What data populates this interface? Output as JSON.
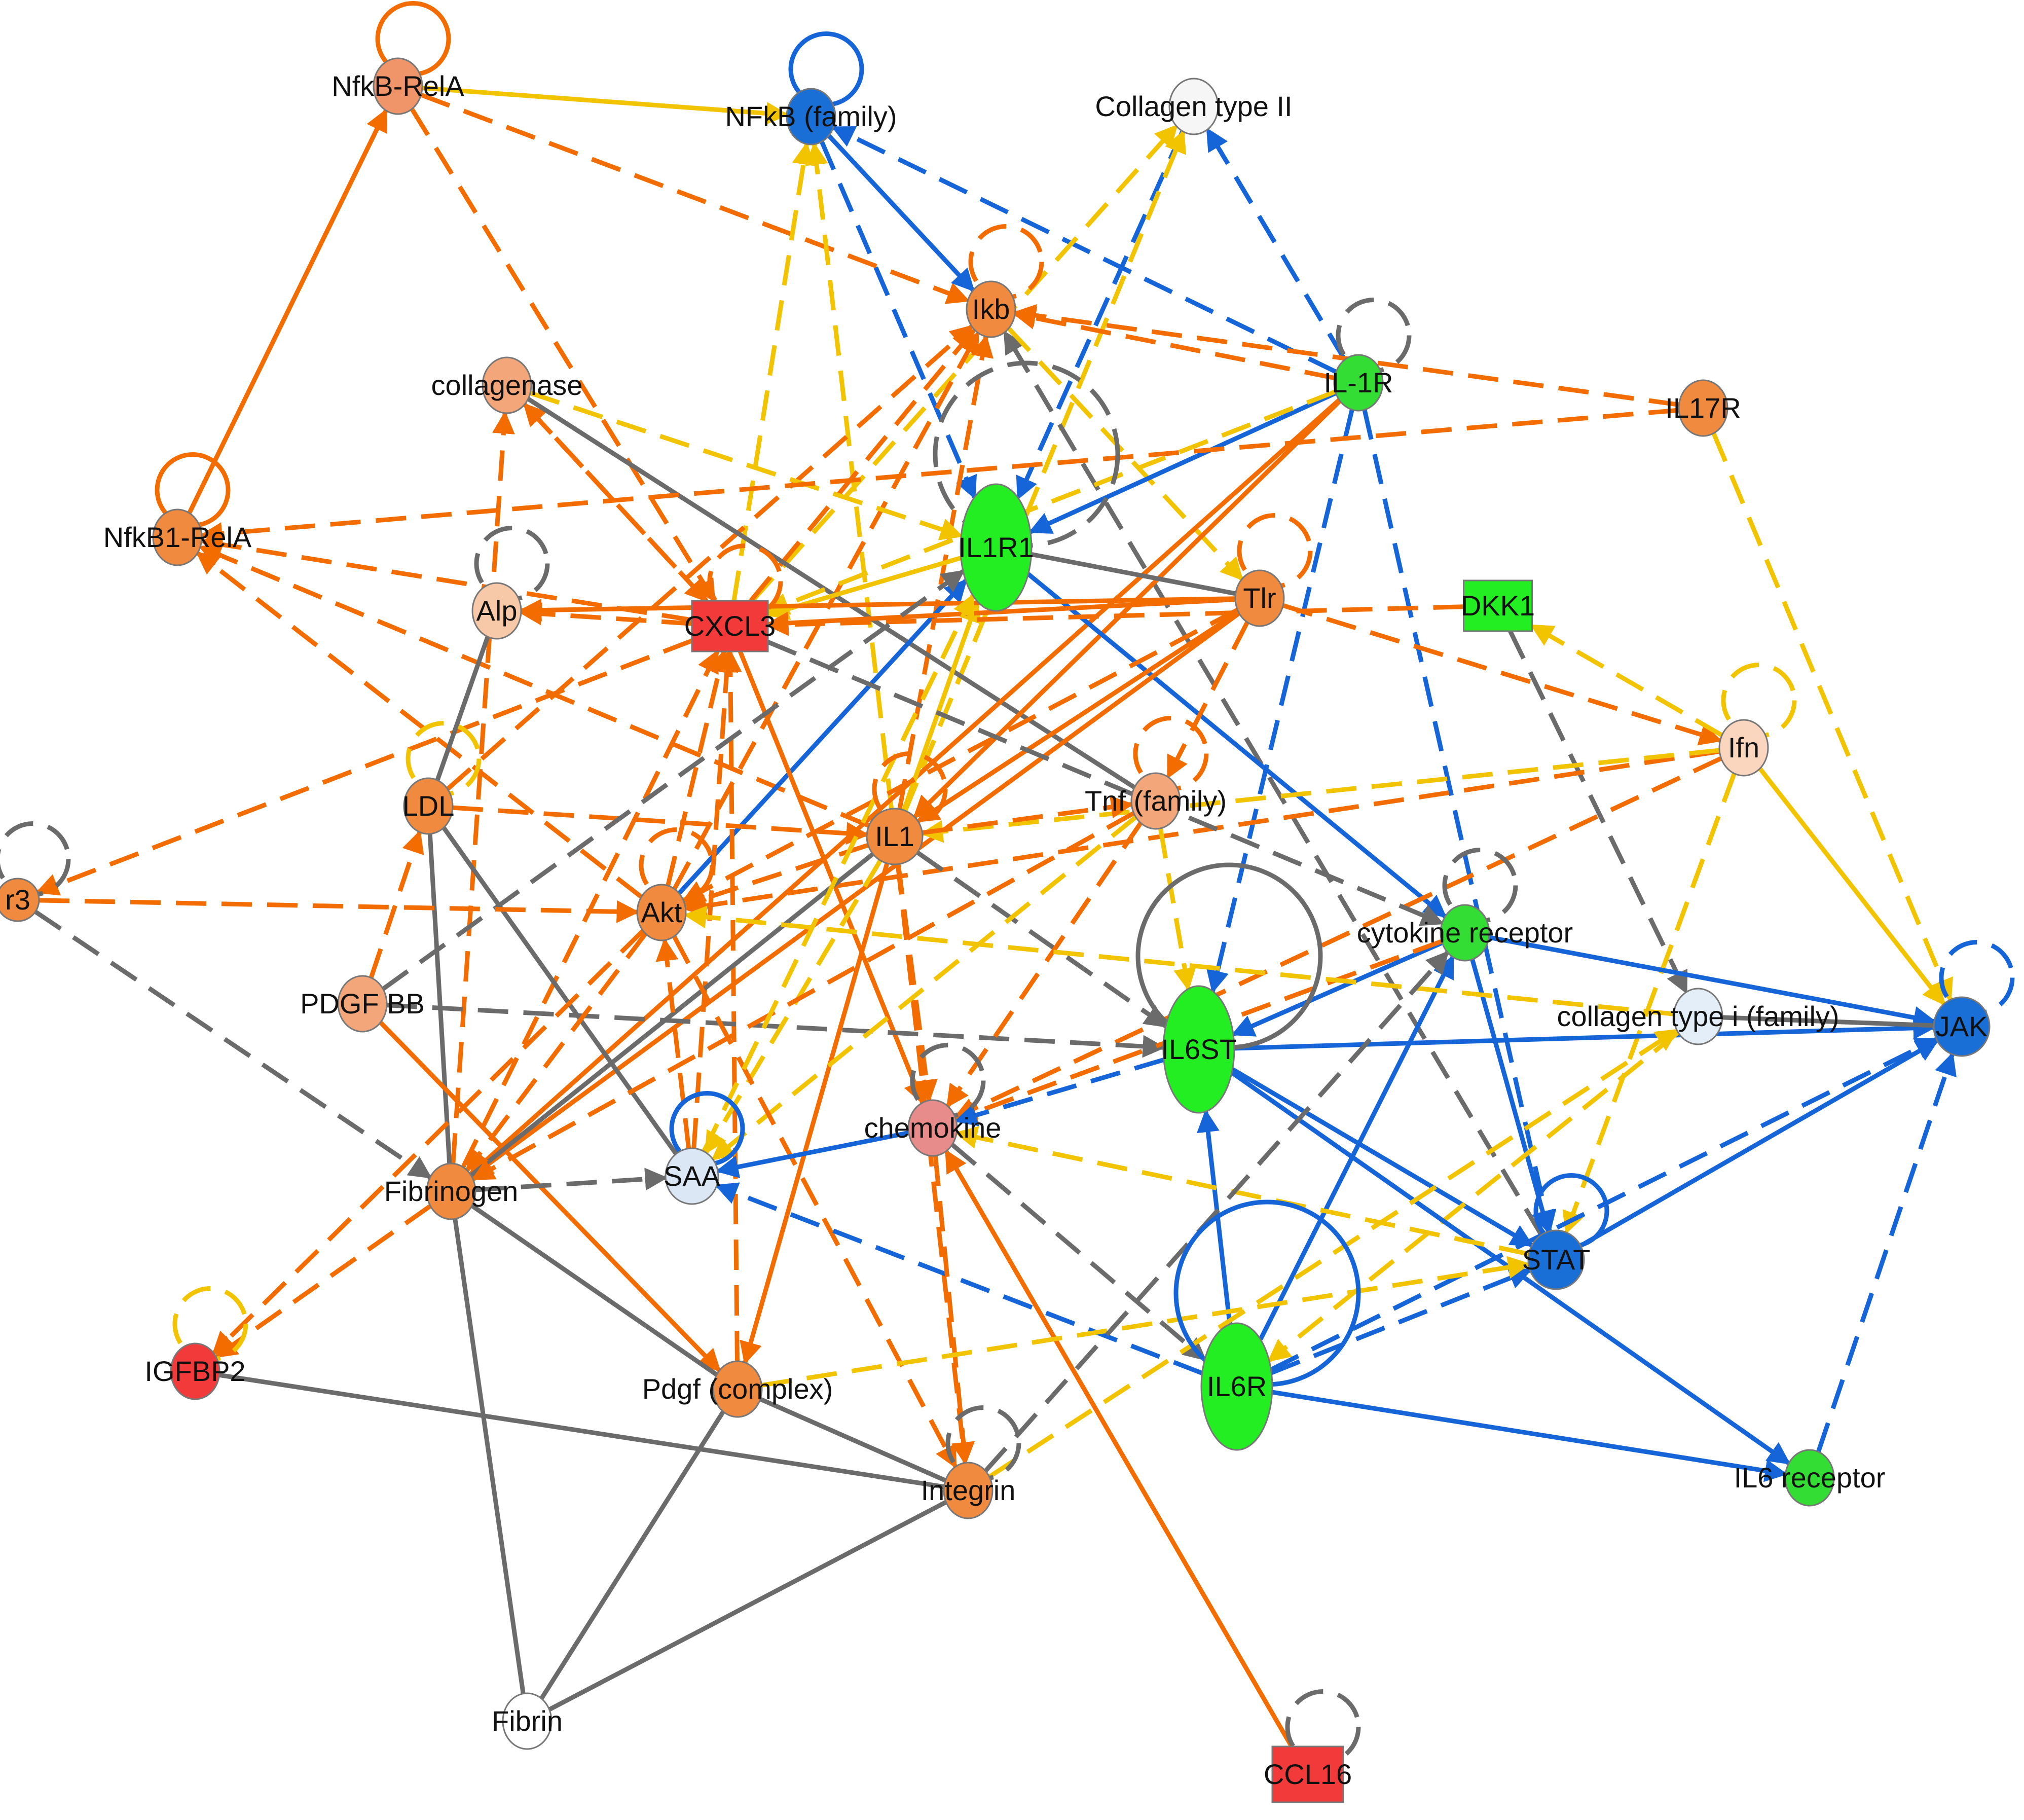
{
  "network": {
    "legend_colors": {
      "orange": "#f26c00",
      "yellow": "#f2c400",
      "blue": "#1565d8",
      "gray": "#6b6b6b"
    },
    "nodes": [
      {
        "id": "nfkb-rela",
        "label": "NfkB-RelA",
        "shape": "ellipse",
        "fill": "#f0956a"
      },
      {
        "id": "nfkb-family",
        "label": "NFkB (family)",
        "shape": "ellipse",
        "fill": "#1a6fd6"
      },
      {
        "id": "collagen-ii",
        "label": "Collagen type II",
        "shape": "ellipse",
        "fill": "#f6f6f6"
      },
      {
        "id": "ikb",
        "label": "Ikb",
        "shape": "ellipse",
        "fill": "#ef8a3f"
      },
      {
        "id": "collagenase",
        "label": "collagenase",
        "shape": "ellipse",
        "fill": "#f3a679"
      },
      {
        "id": "il-1r",
        "label": "IL-1R",
        "shape": "ellipse",
        "fill": "#33dd33"
      },
      {
        "id": "il17r",
        "label": "IL17R",
        "shape": "ellipse",
        "fill": "#ef8a3f"
      },
      {
        "id": "nfkb1-rela",
        "label": "NfkB1-RelA",
        "shape": "ellipse",
        "fill": "#ef8a3f"
      },
      {
        "id": "il1r1",
        "label": "IL1R1",
        "shape": "ellipse",
        "fill": "#22ee22"
      },
      {
        "id": "alp",
        "label": "Alp",
        "shape": "ellipse",
        "fill": "#f8c9a8"
      },
      {
        "id": "cxcl3",
        "label": "CXCL3",
        "shape": "square",
        "fill": "#f23a3a"
      },
      {
        "id": "tlr",
        "label": "Tlr",
        "shape": "ellipse",
        "fill": "#ef8a3f"
      },
      {
        "id": "dkk1",
        "label": "DKK1",
        "shape": "square",
        "fill": "#22ee22"
      },
      {
        "id": "ifn",
        "label": "Ifn",
        "shape": "ellipse",
        "fill": "#fbd6bf"
      },
      {
        "id": "ldl",
        "label": "LDL",
        "shape": "ellipse",
        "fill": "#ef8a3f"
      },
      {
        "id": "tnf-family",
        "label": "Tnf (family)",
        "shape": "ellipse",
        "fill": "#f3a679"
      },
      {
        "id": "il1",
        "label": "IL1",
        "shape": "ellipse",
        "fill": "#ef8a3f"
      },
      {
        "id": "r3",
        "label": "r3",
        "shape": "ellipse",
        "fill": "#ef8a3f"
      },
      {
        "id": "akt",
        "label": "Akt",
        "shape": "ellipse",
        "fill": "#ef8a3f"
      },
      {
        "id": "cytokine-receptor",
        "label": "cytokine receptor",
        "shape": "ellipse",
        "fill": "#33dd33"
      },
      {
        "id": "pdgf-bb",
        "label": "PDGF BB",
        "shape": "ellipse",
        "fill": "#f3a679"
      },
      {
        "id": "collagen-i",
        "label": "collagen type i (family)",
        "shape": "ellipse",
        "fill": "#e4eef8"
      },
      {
        "id": "jak",
        "label": "JAK",
        "shape": "ellipse",
        "fill": "#1a6fd6"
      },
      {
        "id": "il6st",
        "label": "IL6ST",
        "shape": "ellipse",
        "fill": "#22ee22"
      },
      {
        "id": "chemokine",
        "label": "chemokine",
        "shape": "ellipse",
        "fill": "#e88b8b"
      },
      {
        "id": "saa",
        "label": "SAA",
        "shape": "ellipse",
        "fill": "#dbe7f5"
      },
      {
        "id": "fibrinogen",
        "label": "Fibrinogen",
        "shape": "ellipse",
        "fill": "#ef8a3f"
      },
      {
        "id": "stat",
        "label": "STAT",
        "shape": "ellipse",
        "fill": "#1a6fd6"
      },
      {
        "id": "igfbp2",
        "label": "IGFBP2",
        "shape": "ellipse",
        "fill": "#f23a3a"
      },
      {
        "id": "pdgf-complex",
        "label": "Pdgf (complex)",
        "shape": "ellipse",
        "fill": "#ef8a3f"
      },
      {
        "id": "il6r",
        "label": "IL6R",
        "shape": "ellipse",
        "fill": "#22ee22"
      },
      {
        "id": "integrin",
        "label": "Integrin",
        "shape": "ellipse",
        "fill": "#ef8a3f"
      },
      {
        "id": "il6-receptor",
        "label": "IL6 receptor",
        "shape": "ellipse",
        "fill": "#33dd33"
      },
      {
        "id": "fibrin",
        "label": "Fibrin",
        "shape": "ellipse",
        "fill": "#ffffff"
      },
      {
        "id": "ccl16",
        "label": "CCL16",
        "shape": "square",
        "fill": "#f23a3a"
      }
    ],
    "edges": [
      {
        "from": "nfkb1-rela",
        "to": "nfkb-rela",
        "color": "orange",
        "style": "solid"
      },
      {
        "from": "nfkb-rela",
        "to": "nfkb-family",
        "color": "yellow",
        "style": "solid"
      },
      {
        "from": "nfkb-rela",
        "to": "ikb",
        "color": "orange",
        "style": "dashed"
      },
      {
        "from": "nfkb-rela",
        "to": "cxcl3",
        "color": "orange",
        "style": "dashed"
      },
      {
        "from": "nfkb-family",
        "to": "ikb",
        "color": "blue",
        "style": "solid"
      },
      {
        "from": "nfkb-family",
        "to": "il1r1",
        "color": "blue",
        "style": "dashed"
      },
      {
        "from": "il-1r",
        "to": "nfkb-family",
        "color": "blue",
        "style": "dashed"
      },
      {
        "from": "cxcl3",
        "to": "nfkb-family",
        "color": "yellow",
        "style": "dashed"
      },
      {
        "from": "il1",
        "to": "nfkb-family",
        "color": "yellow",
        "style": "dashed"
      },
      {
        "from": "collagen-ii",
        "to": "il1r1",
        "color": "blue",
        "style": "dashed"
      },
      {
        "from": "il-1r",
        "to": "collagen-ii",
        "color": "blue",
        "style": "dashed"
      },
      {
        "from": "cxcl3",
        "to": "collagen-ii",
        "color": "yellow",
        "style": "dashed"
      },
      {
        "from": "il1",
        "to": "collagen-ii",
        "color": "yellow",
        "style": "dashed"
      },
      {
        "from": "il17r",
        "to": "ikb",
        "color": "orange",
        "style": "dashed"
      },
      {
        "from": "il-1r",
        "to": "ikb",
        "color": "orange",
        "style": "dashed"
      },
      {
        "from": "cxcl3",
        "to": "ikb",
        "color": "orange",
        "style": "dashed"
      },
      {
        "from": "akt",
        "to": "ikb",
        "color": "orange",
        "style": "dashed"
      },
      {
        "from": "il1",
        "to": "ikb",
        "color": "orange",
        "style": "dashed"
      },
      {
        "from": "ldl",
        "to": "ikb",
        "color": "orange",
        "style": "dashed"
      },
      {
        "from": "stat",
        "to": "ikb",
        "color": "gray",
        "style": "dashed"
      },
      {
        "from": "ikb",
        "to": "tlr",
        "color": "yellow",
        "style": "dashed"
      },
      {
        "from": "cxcl3",
        "to": "collagenase",
        "color": "orange",
        "style": "dashed"
      },
      {
        "from": "collagenase",
        "to": "cxcl3",
        "color": "orange",
        "style": "dashed"
      },
      {
        "from": "collagenase",
        "to": "il1r1",
        "color": "yellow",
        "style": "dashed"
      },
      {
        "from": "collagenase",
        "to": "tnf-family",
        "color": "gray",
        "style": "solid"
      },
      {
        "from": "fibrinogen",
        "to": "collagenase",
        "color": "orange",
        "style": "dashed"
      },
      {
        "from": "il-1r",
        "to": "il1r1",
        "color": "blue",
        "style": "solid"
      },
      {
        "from": "il-1r",
        "to": "il6st",
        "color": "blue",
        "style": "dashed"
      },
      {
        "from": "il-1r",
        "to": "cxcl3",
        "color": "yellow",
        "style": "dashed"
      },
      {
        "from": "il-1r",
        "to": "il1",
        "color": "orange",
        "style": "solid"
      },
      {
        "from": "il-1r",
        "to": "fibrinogen",
        "color": "orange",
        "style": "solid"
      },
      {
        "from": "il-1r",
        "to": "stat",
        "color": "blue",
        "style": "dashed"
      },
      {
        "from": "il17r",
        "to": "nfkb1-rela",
        "color": "orange",
        "style": "dashed"
      },
      {
        "from": "il17r",
        "to": "jak",
        "color": "yellow",
        "style": "dashed"
      },
      {
        "from": "cxcl3",
        "to": "nfkb1-rela",
        "color": "orange",
        "style": "dashed"
      },
      {
        "from": "il1",
        "to": "nfkb1-rela",
        "color": "orange",
        "style": "dashed"
      },
      {
        "from": "akt",
        "to": "nfkb1-rela",
        "color": "orange",
        "style": "dashed"
      },
      {
        "from": "il1r1",
        "to": "cxcl3",
        "color": "yellow",
        "style": "solid"
      },
      {
        "from": "il1r1",
        "to": "tlr",
        "color": "gray",
        "style": "solid"
      },
      {
        "from": "il1r1",
        "to": "cytokine-receptor",
        "color": "blue",
        "style": "solid"
      },
      {
        "from": "akt",
        "to": "il1r1",
        "color": "blue",
        "style": "solid"
      },
      {
        "from": "il1",
        "to": "il1r1",
        "color": "yellow",
        "style": "solid"
      },
      {
        "from": "tlr",
        "to": "cxcl3",
        "color": "orange",
        "style": "solid"
      },
      {
        "from": "tlr",
        "to": "alp",
        "color": "orange",
        "style": "solid"
      },
      {
        "from": "tlr",
        "to": "il1",
        "color": "orange",
        "style": "solid"
      },
      {
        "from": "tlr",
        "to": "fibrinogen",
        "color": "orange",
        "style": "solid"
      },
      {
        "from": "tlr",
        "to": "akt",
        "color": "orange",
        "style": "dashed"
      },
      {
        "from": "tlr",
        "to": "ifn",
        "color": "orange",
        "style": "dashed"
      },
      {
        "from": "tlr",
        "to": "tnf-family",
        "color": "orange",
        "style": "dashed"
      },
      {
        "from": "dkk1",
        "to": "cxcl3",
        "color": "orange",
        "style": "dashed"
      },
      {
        "from": "dkk1",
        "to": "collagen-i",
        "color": "gray",
        "style": "dashed"
      },
      {
        "from": "ifn",
        "to": "dkk1",
        "color": "yellow",
        "style": "dashed"
      },
      {
        "from": "ifn",
        "to": "akt",
        "color": "orange",
        "style": "dashed"
      },
      {
        "from": "ifn",
        "to": "jak",
        "color": "yellow",
        "style": "solid"
      },
      {
        "from": "ifn",
        "to": "stat",
        "color": "yellow",
        "style": "dashed"
      },
      {
        "from": "ifn",
        "to": "il1",
        "color": "yellow",
        "style": "dashed"
      },
      {
        "from": "ifn",
        "to": "chemokine",
        "color": "orange",
        "style": "dashed"
      },
      {
        "from": "cxcl3",
        "to": "r3",
        "color": "orange",
        "style": "dashed"
      },
      {
        "from": "cxcl3",
        "to": "alp",
        "color": "orange",
        "style": "dashed"
      },
      {
        "from": "cxcl3",
        "to": "chemokine",
        "color": "orange",
        "style": "solid"
      },
      {
        "from": "cxcl3",
        "to": "cytokine-receptor",
        "color": "gray",
        "style": "dashed"
      },
      {
        "from": "saa",
        "to": "cxcl3",
        "color": "orange",
        "style": "dashed"
      },
      {
        "from": "pdgf-complex",
        "to": "cxcl3",
        "color": "orange",
        "style": "dashed"
      },
      {
        "from": "fibrinogen",
        "to": "cxcl3",
        "color": "orange",
        "style": "dashed"
      },
      {
        "from": "akt",
        "to": "cxcl3",
        "color": "orange",
        "style": "dashed"
      },
      {
        "from": "ldl",
        "to": "alp",
        "color": "gray",
        "style": "solid"
      },
      {
        "from": "ldl",
        "to": "fibrinogen",
        "color": "gray",
        "style": "solid"
      },
      {
        "from": "ldl",
        "to": "il1",
        "color": "orange",
        "style": "dashed"
      },
      {
        "from": "ldl",
        "to": "saa",
        "color": "gray",
        "style": "solid"
      },
      {
        "from": "pdgf-bb",
        "to": "ldl",
        "color": "orange",
        "style": "dashed"
      },
      {
        "from": "pdgf-bb",
        "to": "pdgf-complex",
        "color": "orange",
        "style": "solid"
      },
      {
        "from": "pdgf-bb",
        "to": "il6st",
        "color": "gray",
        "style": "dashed"
      },
      {
        "from": "pdgf-bb",
        "to": "il1r1",
        "color": "gray",
        "style": "dashed"
      },
      {
        "from": "r3",
        "to": "akt",
        "color": "orange",
        "style": "dashed"
      },
      {
        "from": "r3",
        "to": "fibrinogen",
        "color": "gray",
        "style": "dashed"
      },
      {
        "from": "il1",
        "to": "akt",
        "color": "orange",
        "style": "dashed"
      },
      {
        "from": "il1",
        "to": "chemokine",
        "color": "orange",
        "style": "dashed"
      },
      {
        "from": "il1",
        "to": "integrin",
        "color": "orange",
        "style": "dashed"
      },
      {
        "from": "il1",
        "to": "tnf-family",
        "color": "orange",
        "style": "dashed"
      },
      {
        "from": "il1",
        "to": "saa",
        "color": "yellow",
        "style": "dashed"
      },
      {
        "from": "il1",
        "to": "fibrinogen",
        "color": "gray",
        "style": "solid"
      },
      {
        "from": "il1",
        "to": "il6st",
        "color": "gray",
        "style": "dashed"
      },
      {
        "from": "il1",
        "to": "pdgf-complex",
        "color": "orange",
        "style": "solid"
      },
      {
        "from": "tnf-family",
        "to": "il6st",
        "color": "yellow",
        "style": "dashed"
      },
      {
        "from": "tnf-family",
        "to": "chemokine",
        "color": "orange",
        "style": "dashed"
      },
      {
        "from": "tnf-family",
        "to": "saa",
        "color": "yellow",
        "style": "dashed"
      },
      {
        "from": "tnf-family",
        "to": "fibrinogen",
        "color": "orange",
        "style": "dashed"
      },
      {
        "from": "akt",
        "to": "fibrinogen",
        "color": "orange",
        "style": "dashed"
      },
      {
        "from": "akt",
        "to": "integrin",
        "color": "orange",
        "style": "dashed"
      },
      {
        "from": "akt",
        "to": "igfbp2",
        "color": "orange",
        "style": "dashed"
      },
      {
        "from": "cytokine-receptor",
        "to": "il6st",
        "color": "blue",
        "style": "solid"
      },
      {
        "from": "cytokine-receptor",
        "to": "stat",
        "color": "blue",
        "style": "solid"
      },
      {
        "from": "cytokine-receptor",
        "to": "jak",
        "color": "blue",
        "style": "solid"
      },
      {
        "from": "cytokine-receptor",
        "to": "chemokine",
        "color": "orange",
        "style": "dashed"
      },
      {
        "from": "il6r",
        "to": "cytokine-receptor",
        "color": "blue",
        "style": "solid"
      },
      {
        "from": "il6st",
        "to": "jak",
        "color": "blue",
        "style": "solid"
      },
      {
        "from": "il6st",
        "to": "stat",
        "color": "blue",
        "style": "solid"
      },
      {
        "from": "il6st",
        "to": "chemokine",
        "color": "blue",
        "style": "dashed"
      },
      {
        "from": "il6r",
        "to": "il6st",
        "color": "blue",
        "style": "solid"
      },
      {
        "from": "collagen-i",
        "to": "jak",
        "color": "gray",
        "style": "solid"
      },
      {
        "from": "collagen-i",
        "to": "akt",
        "color": "yellow",
        "style": "dashed"
      },
      {
        "from": "collagen-i",
        "to": "il6r",
        "color": "yellow",
        "style": "dashed"
      },
      {
        "from": "stat",
        "to": "jak",
        "color": "blue",
        "style": "solid"
      },
      {
        "from": "il6r",
        "to": "jak",
        "color": "blue",
        "style": "dashed"
      },
      {
        "from": "il6-receptor",
        "to": "jak",
        "color": "blue",
        "style": "dashed"
      },
      {
        "from": "il6st",
        "to": "il6-receptor",
        "color": "blue",
        "style": "solid"
      },
      {
        "from": "il6r",
        "to": "il6-receptor",
        "color": "blue",
        "style": "solid"
      },
      {
        "from": "il6r",
        "to": "stat",
        "color": "blue",
        "style": "dashed"
      },
      {
        "from": "il6r",
        "to": "saa",
        "color": "blue",
        "style": "dashed"
      },
      {
        "from": "chemokine",
        "to": "saa",
        "color": "blue",
        "style": "solid"
      },
      {
        "from": "chemokine",
        "to": "integrin",
        "color": "orange",
        "style": "dashed"
      },
      {
        "from": "chemokine",
        "to": "il6r",
        "color": "gray",
        "style": "dashed"
      },
      {
        "from": "ccl16",
        "to": "chemokine",
        "color": "orange",
        "style": "solid"
      },
      {
        "from": "stat",
        "to": "chemokine",
        "color": "yellow",
        "style": "dashed"
      },
      {
        "from": "pdgf-complex",
        "to": "stat",
        "color": "yellow",
        "style": "dashed"
      },
      {
        "from": "pdgf-complex",
        "to": "integrin",
        "color": "gray",
        "style": "solid"
      },
      {
        "from": "pdgf-complex",
        "to": "fibrin",
        "color": "gray",
        "style": "solid"
      },
      {
        "from": "fibrinogen",
        "to": "saa",
        "color": "gray",
        "style": "dashed"
      },
      {
        "from": "fibrinogen",
        "to": "igfbp2",
        "color": "orange",
        "style": "dashed"
      },
      {
        "from": "fibrinogen",
        "to": "fibrin",
        "color": "gray",
        "style": "solid"
      },
      {
        "from": "fibrinogen",
        "to": "pdgf-complex",
        "color": "gray",
        "style": "solid"
      },
      {
        "from": "igfbp2",
        "to": "integrin",
        "color": "gray",
        "style": "solid"
      },
      {
        "from": "integrin",
        "to": "fibrin",
        "color": "gray",
        "style": "solid"
      },
      {
        "from": "integrin",
        "to": "collagen-i",
        "color": "yellow",
        "style": "dashed"
      },
      {
        "from": "integrin",
        "to": "cytokine-receptor",
        "color": "gray",
        "style": "dashed"
      },
      {
        "from": "saa",
        "to": "akt",
        "color": "orange",
        "style": "dashed"
      },
      {
        "from": "saa",
        "to": "il1r1",
        "color": "yellow",
        "style": "dashed"
      }
    ]
  }
}
